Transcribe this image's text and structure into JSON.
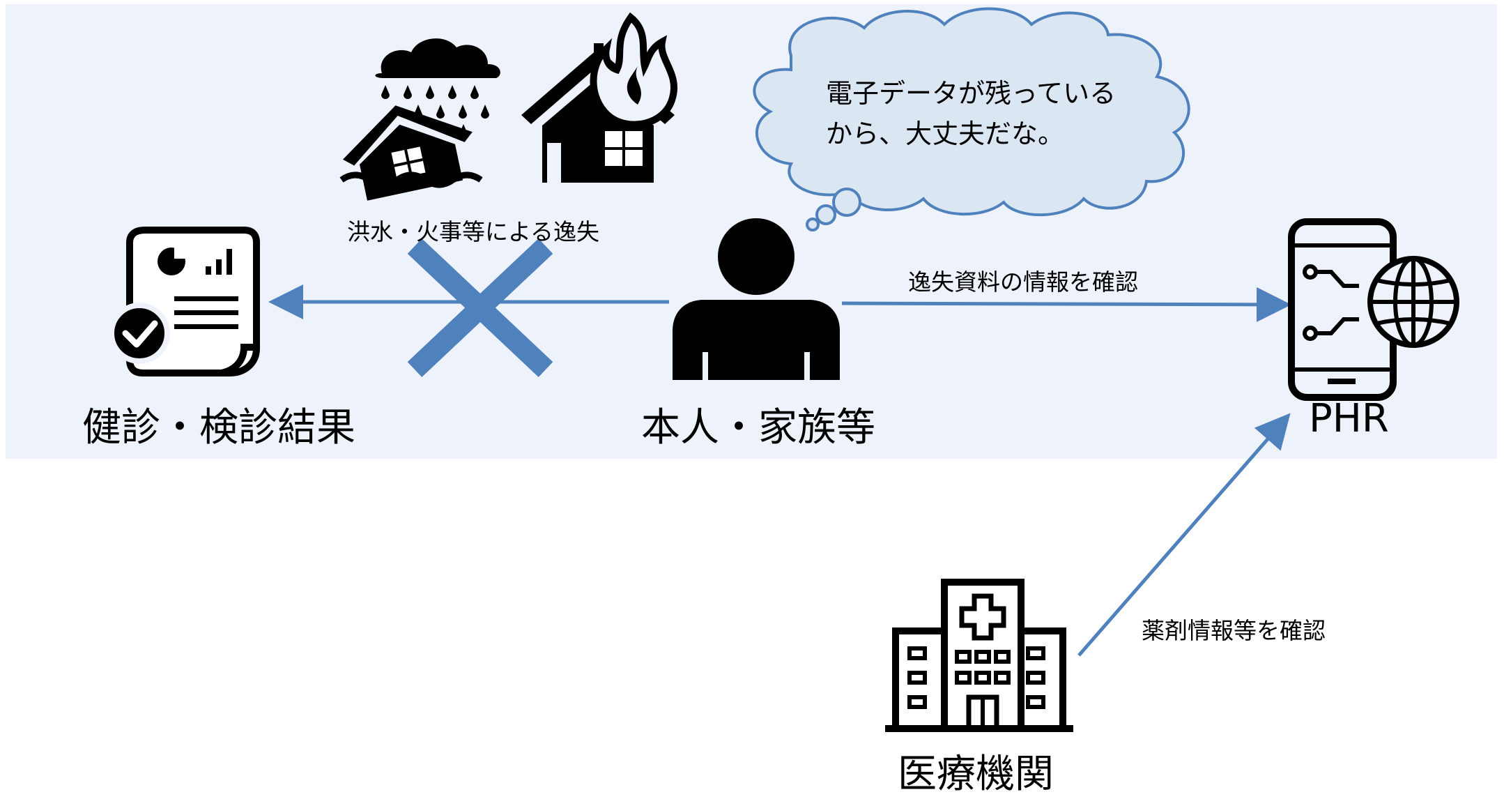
{
  "nodes": {
    "results_label": "健診・検診結果",
    "person_label": "本人・家族等",
    "phr_label": "PHR",
    "hospital_label": "医療機関"
  },
  "captions": {
    "disaster": "洪水・火事等による逸失",
    "confirm_lost": "逸失資料の情報を確認",
    "confirm_drugs": "薬剤情報等を確認"
  },
  "thought_bubble": "電子データが残っているから、大丈夫だな。",
  "colors": {
    "arrow": "#4f81bd",
    "cross": "#4f81bd",
    "panel": "#eef3fb",
    "cloud_fill": "#dbe6f3",
    "cloud_stroke": "#4f81bd"
  }
}
